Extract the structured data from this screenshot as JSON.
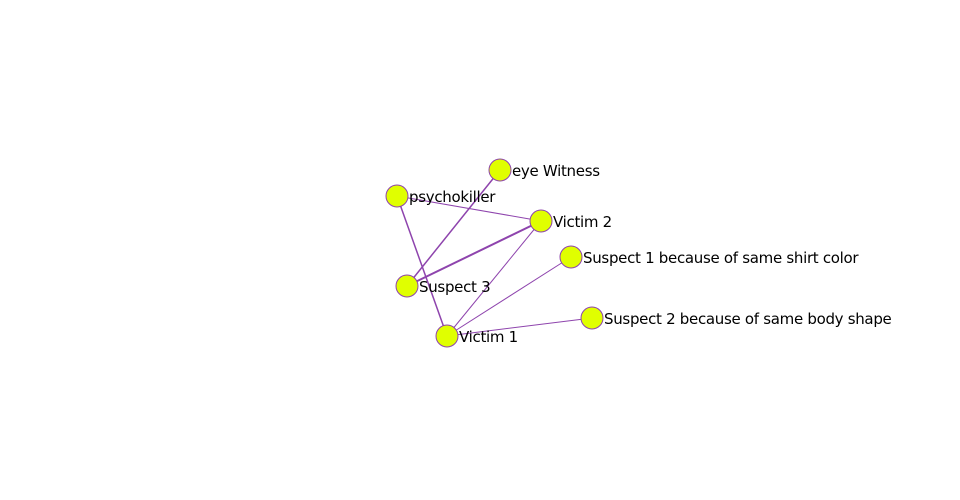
{
  "graph": {
    "node_color": "#e0ff00",
    "node_stroke": "#8e44ad",
    "edge_color": "#8e44ad",
    "nodes": [
      {
        "id": "eye_witness",
        "label": "eye Witness"
      },
      {
        "id": "psychokiller",
        "label": "psychokiller"
      },
      {
        "id": "victim2",
        "label": "Victim 2"
      },
      {
        "id": "suspect1",
        "label": "Suspect 1 because of same shirt color"
      },
      {
        "id": "suspect3",
        "label": "Suspect 3"
      },
      {
        "id": "suspect2",
        "label": "Suspect 2 because of same body shape"
      },
      {
        "id": "victim1",
        "label": "Victim 1"
      }
    ],
    "edges": [
      {
        "source": "psychokiller",
        "target": "victim2",
        "weight": 1
      },
      {
        "source": "psychokiller",
        "target": "victim1",
        "weight": 1.5
      },
      {
        "source": "eye_witness",
        "target": "suspect3",
        "weight": 1.5
      },
      {
        "source": "victim2",
        "target": "suspect3",
        "weight": 2
      },
      {
        "source": "victim2",
        "target": "victim1",
        "weight": 1
      },
      {
        "source": "suspect1",
        "target": "victim1",
        "weight": 1
      },
      {
        "source": "suspect2",
        "target": "victim1",
        "weight": 1
      }
    ]
  }
}
